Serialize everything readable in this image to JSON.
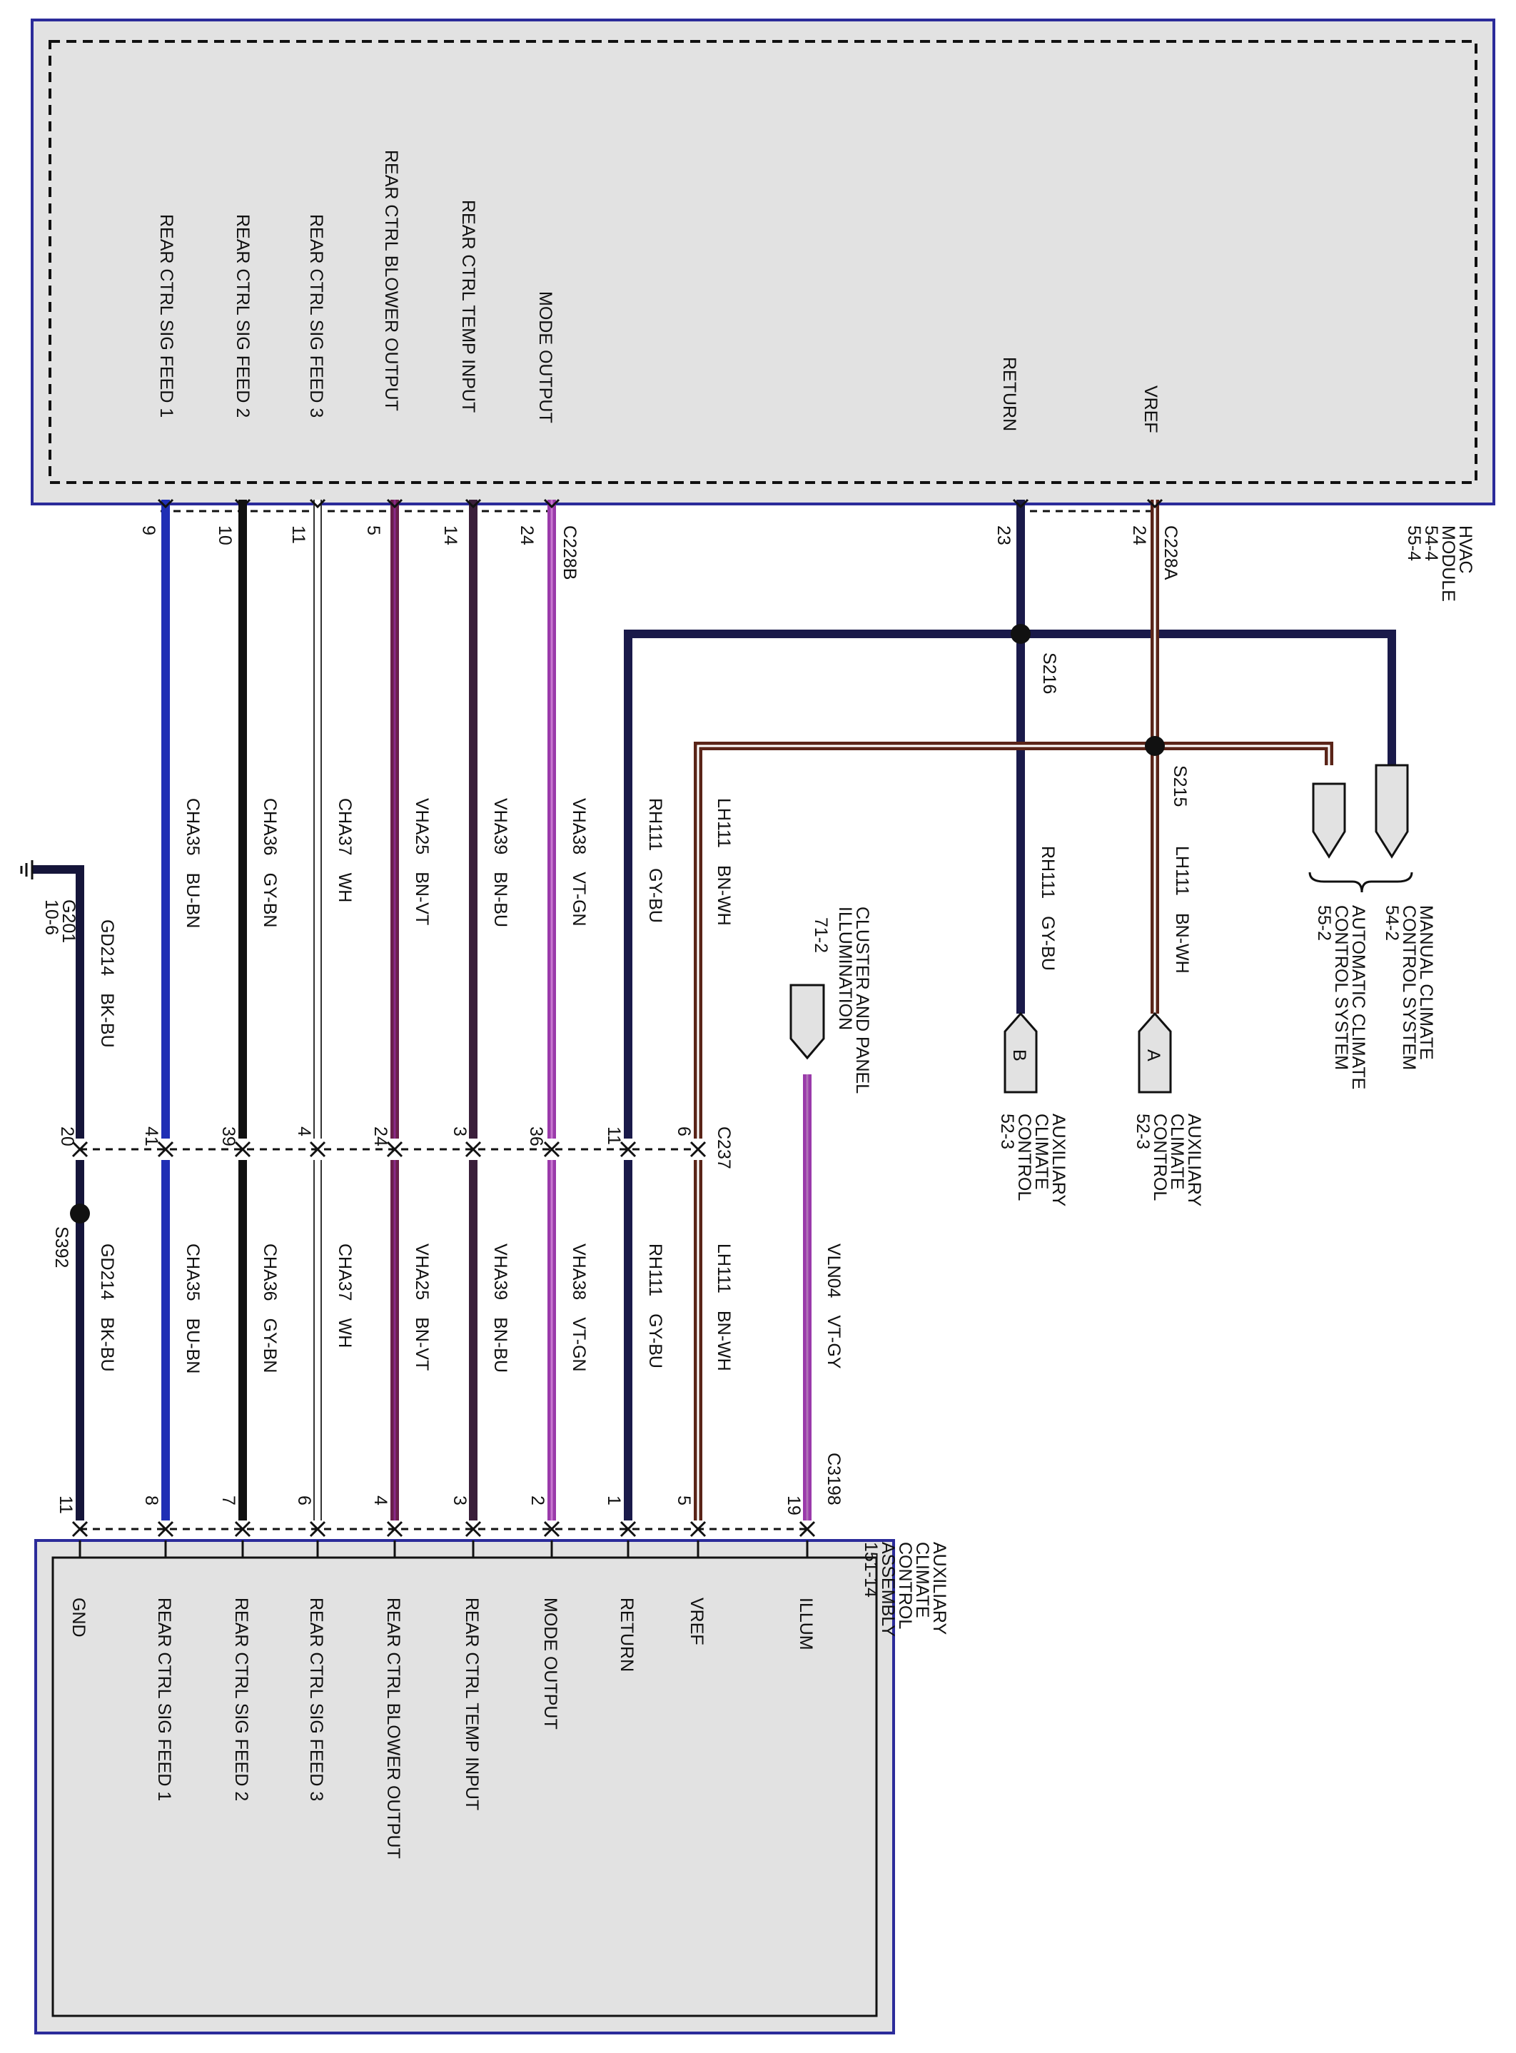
{
  "hvac_module": {
    "name": "HVAC MODULE",
    "refs": [
      "54-4",
      "55-4"
    ],
    "connector_b": "C228B",
    "connector_a": "C228A",
    "pins": [
      {
        "key": "sig1",
        "label": "REAR CTRL SIG FEED 1",
        "pin": "9"
      },
      {
        "key": "sig2",
        "label": "REAR CTRL SIG FEED 2",
        "pin": "10"
      },
      {
        "key": "sig3",
        "label": "REAR CTRL SIG FEED 3",
        "pin": "11"
      },
      {
        "key": "blower",
        "label": "REAR CTRL BLOWER OUTPUT",
        "pin": "5"
      },
      {
        "key": "temp",
        "label": "REAR CTRL TEMP INPUT",
        "pin": "14"
      },
      {
        "key": "mode",
        "label": "MODE OUTPUT",
        "pin": "24"
      },
      {
        "key": "return",
        "label": "RETURN",
        "pin": "23"
      },
      {
        "key": "vref",
        "label": "VREF",
        "pin": "24"
      }
    ]
  },
  "aux_assembly": {
    "name": "AUXILIARY CLIMATE CONTROL ASSEMBLY",
    "name_lines": [
      "AUXILIARY",
      "CLIMATE",
      "CONTROL",
      "ASSEMBLY"
    ],
    "ref": "151-14",
    "connector": "C3198",
    "pins": [
      {
        "key": "gnd",
        "label": "GND",
        "pin": "11"
      },
      {
        "key": "sig1",
        "label": "REAR CTRL SIG FEED 1",
        "pin": "8"
      },
      {
        "key": "sig2",
        "label": "REAR CTRL SIG FEED 2",
        "pin": "7"
      },
      {
        "key": "sig3",
        "label": "REAR CTRL SIG FEED 3",
        "pin": "6"
      },
      {
        "key": "blower",
        "label": "REAR CTRL BLOWER OUTPUT",
        "pin": "4"
      },
      {
        "key": "temp",
        "label": "REAR CTRL TEMP INPUT",
        "pin": "3"
      },
      {
        "key": "mode",
        "label": "MODE OUTPUT",
        "pin": "2"
      },
      {
        "key": "return",
        "label": "RETURN",
        "pin": "1"
      },
      {
        "key": "vref",
        "label": "VREF",
        "pin": "5"
      },
      {
        "key": "illum",
        "label": "ILLUM",
        "pin": "19"
      }
    ]
  },
  "c237": {
    "name": "C237",
    "pins": [
      {
        "key": "gnd",
        "pin": "20"
      },
      {
        "key": "sig1",
        "pin": "41"
      },
      {
        "key": "sig2",
        "pin": "39"
      },
      {
        "key": "sig3",
        "pin": "4"
      },
      {
        "key": "blower",
        "pin": "24"
      },
      {
        "key": "temp",
        "pin": "3"
      },
      {
        "key": "mode",
        "pin": "36"
      },
      {
        "key": "return",
        "pin": "11"
      },
      {
        "key": "vref",
        "pin": "6"
      }
    ]
  },
  "wires": [
    {
      "key": "sig1",
      "circuit": "CHA35",
      "color": "BU-BN",
      "c1": "#1f2fb5",
      "c2": "#4a2a1a"
    },
    {
      "key": "sig2",
      "circuit": "CHA36",
      "color": "GY-BN",
      "c1": "#1a1a1a",
      "c2": "#6a6a6a"
    },
    {
      "key": "sig3",
      "circuit": "CHA37",
      "color": "WH",
      "c1": "#ffffff",
      "c2": "#ffffff"
    },
    {
      "key": "blower",
      "circuit": "VHA25",
      "color": "BN-VT",
      "c1": "#6a1f4a",
      "c2": "#8a2a8a"
    },
    {
      "key": "temp",
      "circuit": "VHA39",
      "color": "BN-BU",
      "c1": "#3a1f3a",
      "c2": "#2a2a6a"
    },
    {
      "key": "mode",
      "circuit": "VHA38",
      "color": "VT-GN",
      "c1": "#9a3aaa",
      "c2": "#c060c8"
    },
    {
      "key": "return",
      "circuit": "RH111",
      "color": "GY-BU",
      "c1": "#1a1a4a",
      "c2": "#6a6a8a"
    },
    {
      "key": "vref",
      "circuit": "LH111",
      "color": "BN-WH",
      "c1": "#5a2418",
      "c2": "#ffffff"
    },
    {
      "key": "gnd",
      "circuit": "GD214",
      "color": "BK-BU",
      "c1": "#15153a",
      "c2": "#1f2fb5"
    },
    {
      "key": "illum",
      "circuit": "VLN04",
      "color": "VT-GY",
      "c1": "#9a3aaa",
      "c2": "#b070b8"
    }
  ],
  "splices": {
    "s216": "S216",
    "s215": "S215",
    "s392": "S392"
  },
  "ground": {
    "name": "G201",
    "ref": "10-6"
  },
  "illumination": {
    "name_lines": [
      "CLUSTER AND PANEL",
      "ILLUMINATION"
    ],
    "ref": "71-2"
  },
  "aux_control_a": {
    "letter": "A",
    "name_lines": [
      "AUXILIARY",
      "CLIMATE",
      "CONTROL"
    ],
    "ref": "52-3"
  },
  "aux_control_b": {
    "letter": "B",
    "name_lines": [
      "AUXILIARY",
      "CLIMATE",
      "CONTROL"
    ],
    "ref": "52-3"
  },
  "systems": [
    {
      "name_lines": [
        "MANUAL CLIMATE",
        "CONTROL SYSTEM"
      ],
      "ref": "54-2"
    },
    {
      "name_lines": [
        "AUTOMATIC CLIMATE",
        "CONTROL SYSTEM"
      ],
      "ref": "55-2"
    }
  ],
  "colors": {
    "module_fill": "#e2e2e2",
    "module_border": "#2b2b9a"
  }
}
